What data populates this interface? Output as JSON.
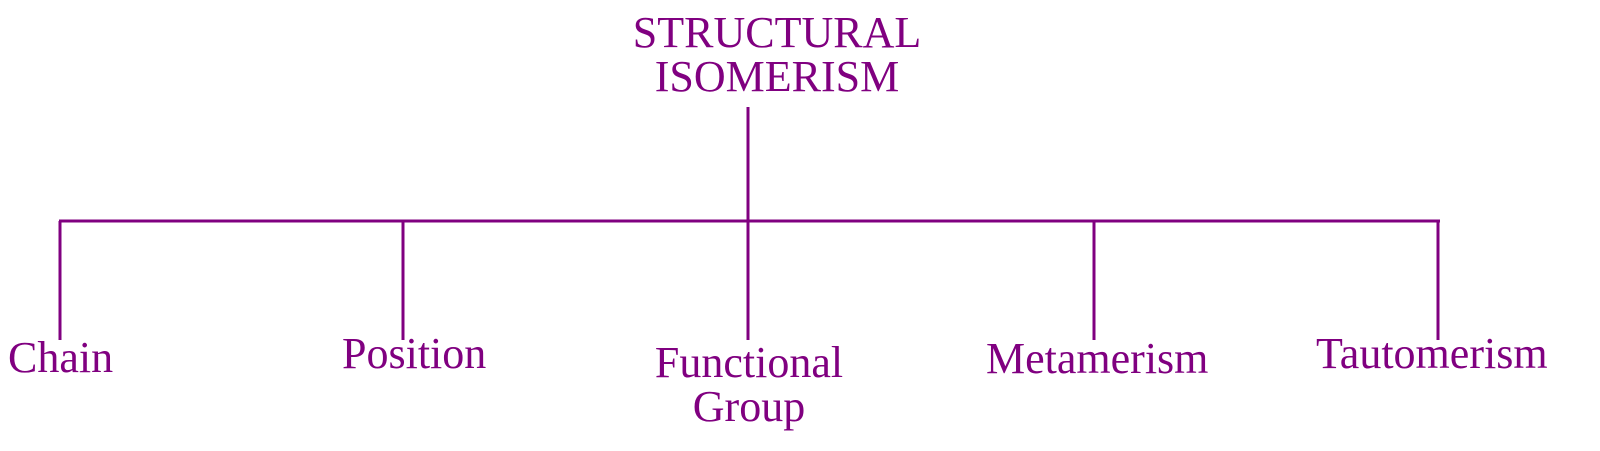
{
  "diagram": {
    "root": {
      "line1": "STRUCTURAL",
      "line2": "ISOMERISM"
    },
    "children": [
      {
        "line1": "Chain"
      },
      {
        "line1": "Position"
      },
      {
        "line1": "Functional",
        "line2": "Group"
      },
      {
        "line1": "Metamerism"
      },
      {
        "line1": "Tautomerism"
      }
    ],
    "color": "#800080"
  }
}
